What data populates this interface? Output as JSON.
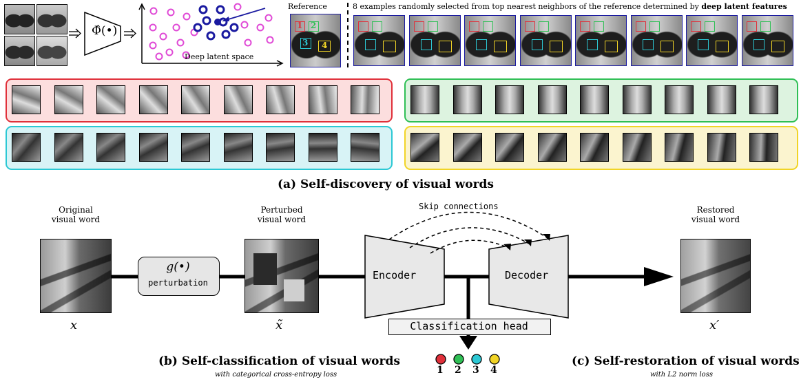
{
  "panel_a": {
    "phi_label": "Φ̂(•)",
    "latent_space_label": "Deep latent space",
    "reference_label": "Reference",
    "neighbors_text": "8 examples randomly selected from top nearest neighbors of the reference determined by ",
    "neighbors_bold": "deep latent features",
    "reference_patch_numbers": [
      "1",
      "2",
      "3",
      "4"
    ],
    "caption": "(a) Self-discovery of visual words",
    "colors": {
      "red": "#e0303a",
      "green": "#2fbf55",
      "cyan": "#2cc8d4",
      "yellow": "#f1d426",
      "purple": "#e04ad6",
      "navy": "#1a1aa0"
    }
  },
  "panel_b": {
    "original_label": "Original\nvisual word",
    "original_symbol": "x",
    "perturbation_symbol": "g(•)",
    "perturbation_label": "perturbation",
    "perturbed_label": "Perturbed\nvisual word",
    "perturbed_symbol": "x̃",
    "skip_label": "Skip connections",
    "encoder_label": "Encoder",
    "decoder_label": "Decoder",
    "head_label": "Classification head",
    "class_labels": [
      "1",
      "2",
      "3",
      "4"
    ],
    "caption": "(b) Self-classification of visual words",
    "subcaption": "with categorical cross-entropy loss"
  },
  "panel_c": {
    "restored_label": "Restored\nvisual word",
    "restored_symbol": "x′",
    "caption": "(c) Self-restoration of visual words",
    "subcaption": "with L2 norm loss"
  }
}
